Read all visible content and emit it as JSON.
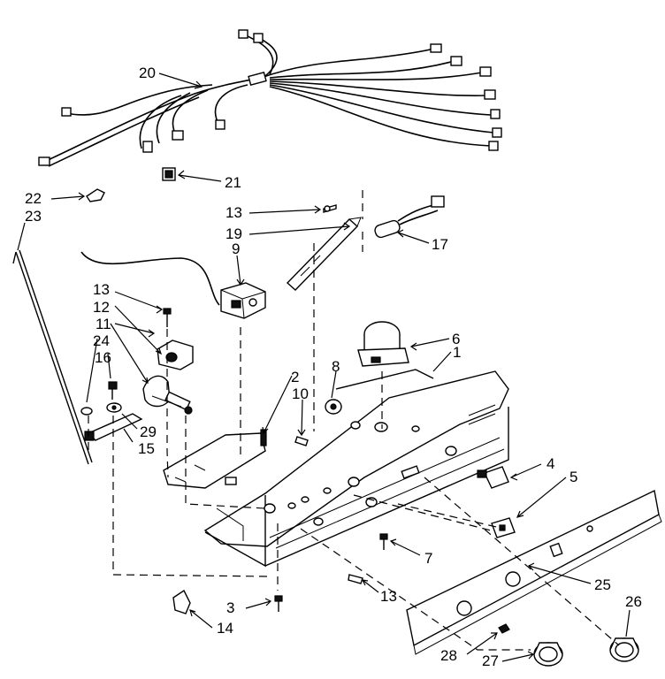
{
  "diagram": {
    "callouts": [
      {
        "id": "c20",
        "text": "20"
      },
      {
        "id": "c21",
        "text": "21"
      },
      {
        "id": "c22",
        "text": "22"
      },
      {
        "id": "c23",
        "text": "23"
      },
      {
        "id": "c13a",
        "text": "13"
      },
      {
        "id": "c19",
        "text": "19"
      },
      {
        "id": "c17",
        "text": "17"
      },
      {
        "id": "c9",
        "text": "9"
      },
      {
        "id": "c13b",
        "text": "13"
      },
      {
        "id": "c12",
        "text": "12"
      },
      {
        "id": "c11",
        "text": "11"
      },
      {
        "id": "c24",
        "text": "24"
      },
      {
        "id": "c16",
        "text": "16"
      },
      {
        "id": "c6",
        "text": "6"
      },
      {
        "id": "c1",
        "text": "1"
      },
      {
        "id": "c8",
        "text": "8"
      },
      {
        "id": "c2",
        "text": "2"
      },
      {
        "id": "c10",
        "text": "10"
      },
      {
        "id": "c29",
        "text": "29"
      },
      {
        "id": "c15",
        "text": "15"
      },
      {
        "id": "c4",
        "text": "4"
      },
      {
        "id": "c5",
        "text": "5"
      },
      {
        "id": "c7",
        "text": "7"
      },
      {
        "id": "c25",
        "text": "25"
      },
      {
        "id": "c13c",
        "text": "13"
      },
      {
        "id": "c3",
        "text": "3"
      },
      {
        "id": "c14",
        "text": "14"
      },
      {
        "id": "c26",
        "text": "26"
      },
      {
        "id": "c28",
        "text": "28"
      },
      {
        "id": "c27",
        "text": "27"
      }
    ]
  }
}
